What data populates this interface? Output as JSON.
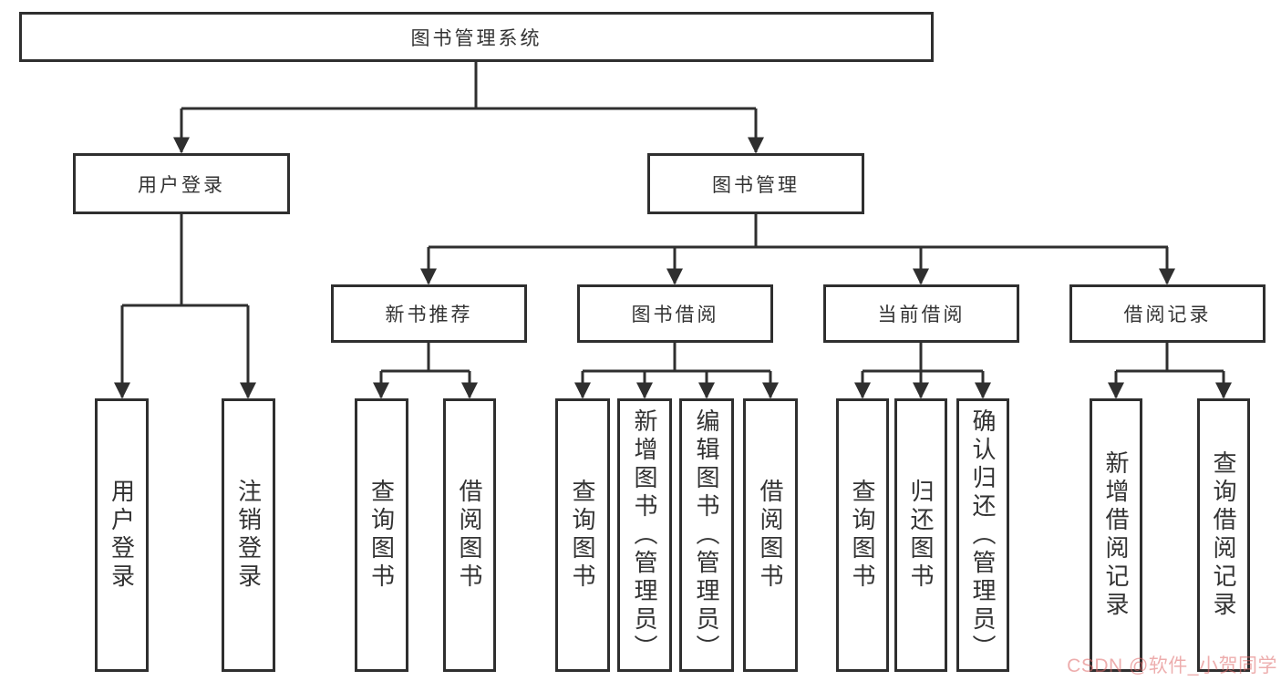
{
  "colors": {
    "line_color": "#2f2f2f",
    "box_bg": "#ffffff",
    "text_color": "#333333",
    "bg_color": "#ffffff",
    "watermark_color": "rgba(222,105,105,0.55)"
  },
  "tree": {
    "root": {
      "label": "图书管理系统",
      "children": [
        {
          "label": "用户登录",
          "children": [
            {
              "label": "用户登录"
            },
            {
              "label": "注销登录"
            }
          ]
        },
        {
          "label": "图书管理",
          "children": [
            {
              "label": "新书推荐",
              "children": [
                {
                  "label": "查询图书"
                },
                {
                  "label": "借阅图书"
                }
              ]
            },
            {
              "label": "图书借阅",
              "children": [
                {
                  "label": "查询图书"
                },
                {
                  "label": "新增图书（管理员）"
                },
                {
                  "label": "编辑图书（管理员）"
                },
                {
                  "label": "借阅图书"
                }
              ]
            },
            {
              "label": "当前借阅",
              "children": [
                {
                  "label": "查询图书"
                },
                {
                  "label": "归还图书"
                },
                {
                  "label": "确认归还（管理员）"
                }
              ]
            },
            {
              "label": "借阅记录",
              "children": [
                {
                  "label": "新增借阅记录"
                },
                {
                  "label": "查询借阅记录"
                }
              ]
            }
          ]
        }
      ]
    }
  },
  "watermark": {
    "text": "CSDN @软件_小贺同学"
  }
}
